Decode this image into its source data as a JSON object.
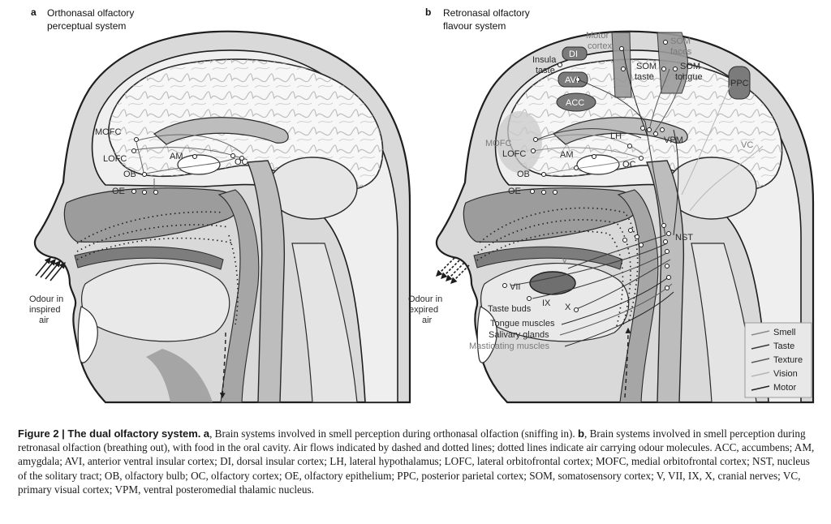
{
  "panel_a": {
    "letter": "a",
    "title_line1": "Orthonasal olfactory",
    "title_line2": "perceptual system",
    "labels": {
      "mofc": "MOFC",
      "lofc": "LOFC",
      "am": "AM",
      "oc": "OC",
      "ob": "OB",
      "oe": "OE"
    },
    "air_line1": "Odour in",
    "air_line2": "inspired",
    "air_line3": "air"
  },
  "panel_b": {
    "letter": "b",
    "title_line1": "Retronasal olfactory",
    "title_line2": "flavour system",
    "labels": {
      "motor1": "Motor",
      "motor2": "cortex",
      "som_faces1": "SOM",
      "som_faces2": "faces",
      "insula1": "Insula",
      "insula2": "taste",
      "di": "DI",
      "avi": "AVI",
      "acc": "ACC",
      "som_taste1": "SOM",
      "som_taste2": "taste",
      "som_tongue1": "SOM",
      "som_tongue2": "tongue",
      "ppc": "PPC",
      "mofc": "MOFC",
      "lofc": "LOFC",
      "lh": "LH",
      "vpm": "VPM",
      "am": "AM",
      "oc": "OC",
      "vc": "VC",
      "ob": "OB",
      "oe": "OE",
      "nst": "NST",
      "v": "V",
      "vii": "VII",
      "ix": "IX",
      "x": "X",
      "taste_buds": "Taste buds",
      "tongue_muscles": "Tongue muscles",
      "salivary_glands": "Salivary glands",
      "masticating_muscles": "Masticating muscles"
    },
    "air_line1": "Odour in",
    "air_line2": "expired",
    "air_line3": "air"
  },
  "legend": {
    "items": [
      {
        "label": "Smell",
        "color": "#8c8c8c"
      },
      {
        "label": "Taste",
        "color": "#3a3a3a"
      },
      {
        "label": "Texture",
        "color": "#5a5a5a"
      },
      {
        "label": "Vision",
        "color": "#b5b5b5"
      },
      {
        "label": "Motor",
        "color": "#222222"
      }
    ]
  },
  "caption": {
    "label": "Figure 2 | The dual olfactory system.",
    "a_letter": "a",
    "a_text": ", Brain systems involved in smell perception during orthonasal olfaction (sniffing in). ",
    "b_letter": "b",
    "b_text": ", Brain systems involved in smell perception during retronasal olfaction (breathing out), with food in the oral cavity. Air flows indicated by dashed and dotted lines; dotted lines indicate air carrying odour molecules. ACC, accumbens; AM, amygdala; AVI, anterior ventral insular cortex; DI, dorsal insular cortex; LH, lateral hypothalamus; LOFC, lateral orbitofrontal cortex; MOFC, medial orbitofrontal cortex; NST, nucleus of the solitary tract; OB, olfactory bulb; OC, olfactory cortex; OE, olfactory epithelium; PPC, posterior parietal cortex; SOM, somatosensory cortex; V, VII, IX, X, cranial nerves; VC, primary visual cortex; VPM, ventral posteromedial thalamic nucleus."
  },
  "colors": {
    "skin": "#dcdcdc",
    "outline": "#1e1e1e",
    "brain": "#f4f4f4",
    "tract": "#b9b9b9",
    "region_dark": "#7b7b7b",
    "background": "#ffffff"
  }
}
